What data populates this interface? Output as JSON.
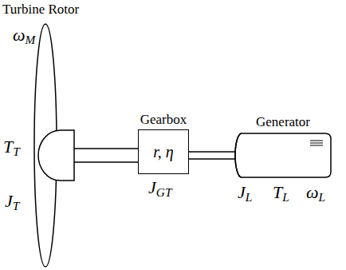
{
  "diagram": {
    "nodes": [
      {
        "text": [
          "Gearbox",
          "r, η"
        ]
      },
      {
        "text": [
          "Generator"
        ]
      }
    ],
    "edges": [
      {
        "from": 0,
        "to": 1,
        "arrow": "none"
      }
    ],
    "labels": [
      "Turbine Rotor",
      "ωM",
      "TT",
      "JT",
      "JGT",
      "JL",
      "TL",
      "ωL"
    ]
  }
}
